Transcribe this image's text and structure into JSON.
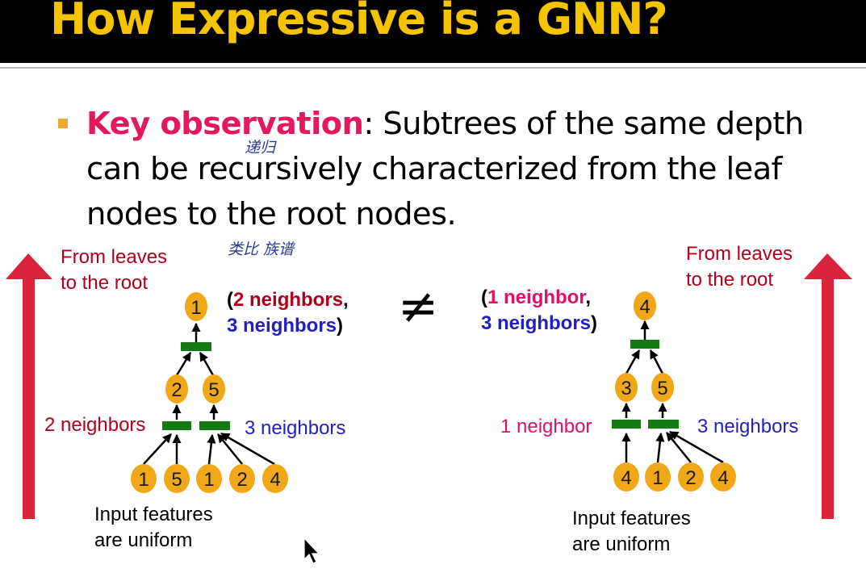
{
  "title": "How Expressive is a GNN?",
  "bullet": {
    "term": "Key observation",
    "text_line1": ": Subtrees of the same depth",
    "text_line2": "can be recursively characterized from the leaf",
    "text_line3": "nodes to the root nodes."
  },
  "handwritten": {
    "note1": "递归",
    "note2": "类比 族谱"
  },
  "colors": {
    "title": "#f5c400",
    "key_term": "#e5175f",
    "dark_red": "#b0001a",
    "blue": "#2020c0",
    "pink": "#e0106a",
    "arrow": "#d9243c",
    "node_fill": "#f0a818",
    "aggregator": "#147a14"
  },
  "left_tree": {
    "arrow_label_1": "From leaves",
    "arrow_label_2": "to the root",
    "root": "1",
    "desc_open": "(",
    "desc_first": "2 neighbors",
    "desc_comma": ",",
    "desc_second": "3 neighbors",
    "desc_close": ")",
    "mid": [
      "2",
      "5"
    ],
    "left_agg_label": "2 neighbors",
    "right_agg_label": "3 neighbors",
    "leaves": [
      "1",
      "5",
      "1",
      "2",
      "4"
    ],
    "footer_1": "Input features",
    "footer_2": "are uniform"
  },
  "not_equal": "≠",
  "right_tree": {
    "arrow_label_1": "From leaves",
    "arrow_label_2": "to the root",
    "root": "4",
    "desc_open": "(",
    "desc_first": "1 neighbor",
    "desc_comma": ",",
    "desc_second": "3 neighbors",
    "desc_close": ")",
    "mid": [
      "3",
      "5"
    ],
    "left_agg_label": "1 neighbor",
    "right_agg_label": "3 neighbors",
    "leaves": [
      "4",
      "1",
      "2",
      "4"
    ],
    "footer_1": "Input features",
    "footer_2": "are uniform"
  }
}
